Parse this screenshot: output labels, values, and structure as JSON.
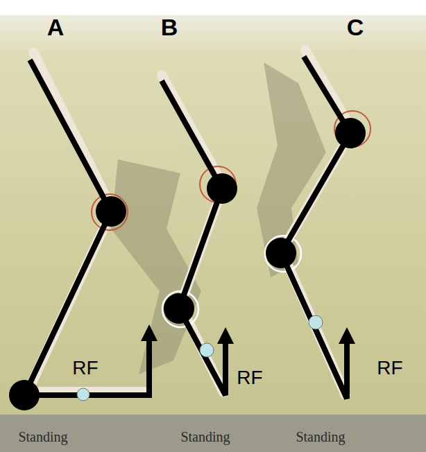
{
  "diagram": {
    "labels": [
      "A",
      "B",
      "C",
      "RF",
      "RF",
      "RF",
      "Standing",
      "Standing",
      "Standing"
    ]
  }
}
